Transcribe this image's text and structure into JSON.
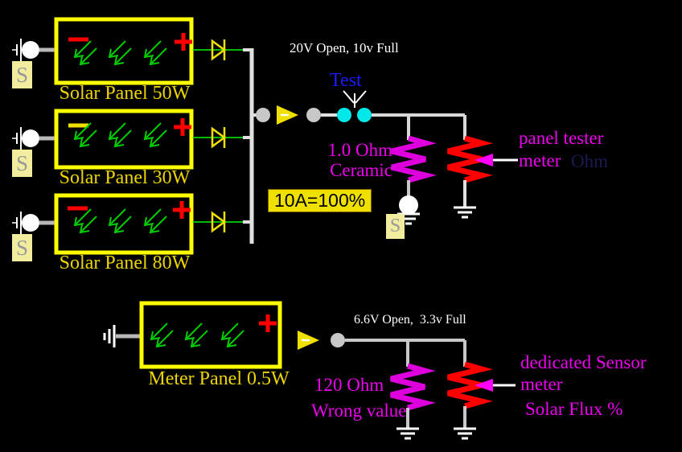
{
  "panels": [
    {
      "label": "Solar Panel 50W"
    },
    {
      "label": "Solar Panel 30W"
    },
    {
      "label": "Solar Panel 80W"
    },
    {
      "label": "Meter Panel 0.5W"
    }
  ],
  "notes": {
    "top_voltage": "20V Open, 10v Full",
    "test_label": "Test",
    "shunt_value": "1.0 Ohm",
    "shunt_type": "Ceramic",
    "scale_note": "10A=100%",
    "tester_meter_line1": "panel tester",
    "tester_meter_line2": "meter",
    "ghost_text": "Ohm",
    "bottom_voltage": "6.6V Open,  3.3v Full",
    "sensor_shunt_value": "120 Ohm",
    "sensor_shunt_note": "Wrong value",
    "sensor_meter_line1": "dedicated Sensor",
    "sensor_meter_line2": "meter",
    "sensor_meter_line3": "Solar Flux %",
    "sensor_tag": "S"
  },
  "colors": {
    "panel_border": "#ffff00",
    "label_yellow": "#ecd400",
    "magenta_text": "#ee00ee",
    "resistor_magenta": "#dd00dd",
    "resistor_red": "#ff0000",
    "test_point_cyan": "#00e8e8",
    "cell_green": "#00cc00",
    "test_blue": "#1a1aff"
  }
}
